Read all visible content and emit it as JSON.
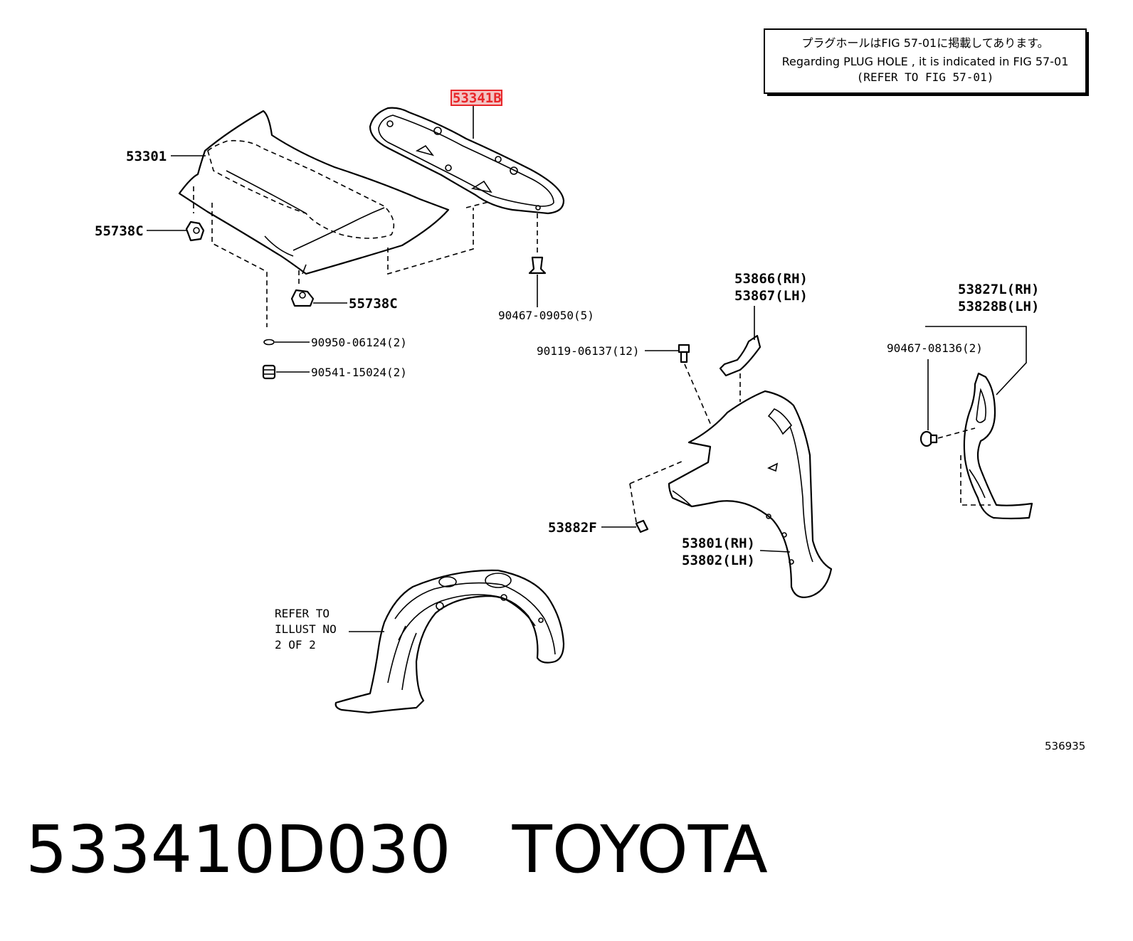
{
  "note": {
    "line_jp": "プラグホールはFIG 57-01に掲載してあります。",
    "line_en": "Regarding PLUG HOLE , it is indicated in FIG 57-01",
    "line_ref": "(REFER TO FIG 57-01)"
  },
  "labels": {
    "p53341B": "53341B",
    "p53301": "53301",
    "p55738C_a": "55738C",
    "p55738C_b": "55738C",
    "p90467_09050": "90467-09050(5)",
    "p90950": "90950-06124(2)",
    "p90541": "90541-15024(2)",
    "p53866": "53866(RH)",
    "p53867": "53867(LH)",
    "p90119": "90119-06137(12)",
    "p53827L": "53827L(RH)",
    "p53828B": "53828B(LH)",
    "p90467_08136": "90467-08136(2)",
    "p53882F": "53882F",
    "p53801": "53801(RH)",
    "p53802": "53802(LH)",
    "refer_1": "REFER TO",
    "refer_2": "ILLUST NO",
    "refer_3": "2 OF 2"
  },
  "highlight_color": "#e8262a",
  "fig_code": "536935",
  "footer": {
    "part_number": "533410D030",
    "brand": "TOYOTA"
  }
}
